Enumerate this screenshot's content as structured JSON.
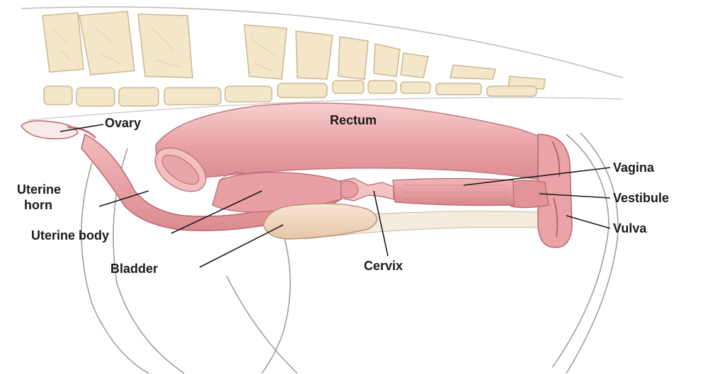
{
  "labels": {
    "ovary": "Ovary",
    "rectum": "Rectum",
    "uterine_horn_line1": "Uterine",
    "uterine_horn_line2": "horn",
    "uterine_body": "Uterine body",
    "bladder": "Bladder",
    "cervix": "Cervix",
    "vagina": "Vagina",
    "vestibule": "Vestibule",
    "vulva": "Vulva"
  },
  "colors": {
    "background": "#ffffff",
    "bone": "#f3e6c9",
    "bone_outline": "#cdb893",
    "organ_pink": "#e9a0a4",
    "organ_light": "#f4c6c6",
    "organ_dark": "#c86f75",
    "bladder": "#f1d7c0",
    "body_line": "#8a8a8a",
    "label_text": "#1a1a1a",
    "leader_line": "#1a1a1a"
  }
}
